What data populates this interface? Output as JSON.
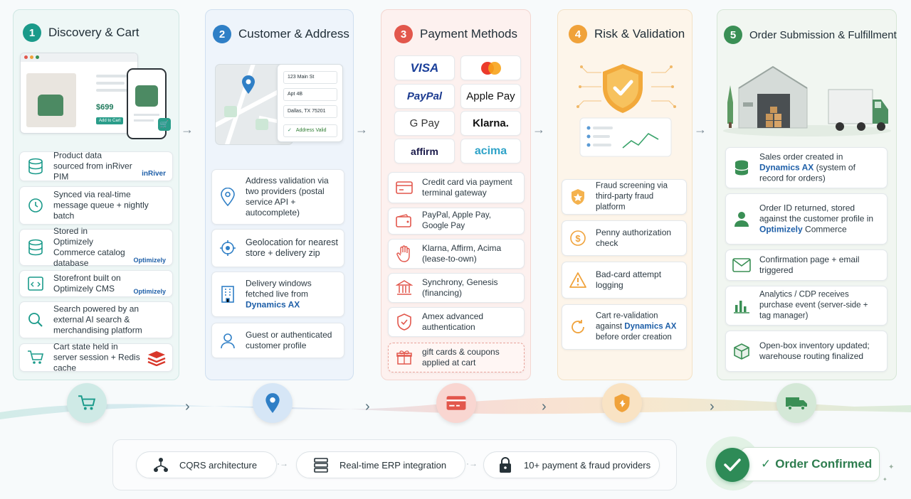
{
  "steps": [
    {
      "num": "1",
      "title": "Discovery & Cart"
    },
    {
      "num": "2",
      "title": "Customer & Address"
    },
    {
      "num": "3",
      "title": "Payment Methods"
    },
    {
      "num": "4",
      "title": "Risk & Validation"
    },
    {
      "num": "5",
      "title": "Order Submission & Fulfillment"
    }
  ],
  "discovery": {
    "price": "$699",
    "add_to_cart": "Add to Cart",
    "cards": [
      {
        "text": "Product data sourced from inRiver PIM",
        "tag": "inRiver",
        "icon": "database-icon"
      },
      {
        "text": "Synced via real-time message queue + nightly batch",
        "icon": "sync-icon"
      },
      {
        "text": "Stored in Optimizely Commerce catalog database",
        "tag": "Optimizely",
        "icon": "database-icon"
      },
      {
        "text": "Storefront built on Optimizely CMS",
        "tag": "Optimizely",
        "icon": "code-window-icon"
      },
      {
        "text": "Search powered by an external AI search & merchandising platform",
        "icon": "search-icon"
      },
      {
        "text": "Cart state held in server session + Redis cache",
        "icon": "cart-icon"
      }
    ]
  },
  "customer": {
    "address_lines": [
      "123 Main St",
      "Apt 4B",
      "Dallas, TX 75201"
    ],
    "address_valid": "Address Valid",
    "cards": [
      {
        "text": "Address validation via two providers (postal service API + autocomplete)",
        "icon": "map-pin-icon"
      },
      {
        "text": "Geolocation for nearest store + delivery zip",
        "icon": "target-icon"
      },
      {
        "text_before": "Delivery windows fetched live from ",
        "hl": "Dynamics AX",
        "icon": "building-icon"
      },
      {
        "text": "Guest or authenticated customer profile",
        "icon": "user-icon"
      }
    ]
  },
  "payments": {
    "logos": [
      "VISA",
      "Mastercard",
      "PayPal",
      "Apple Pay",
      "G Pay",
      "Klarna.",
      "affirm",
      "acima"
    ],
    "cards": [
      {
        "text": "Credit card via payment terminal gateway",
        "icon": "card-terminal-icon"
      },
      {
        "text": "PayPal, Apple Pay, Google Pay",
        "icon": "wallet-icon"
      },
      {
        "text": "Klarna, Affirm, Acima (lease-to-own)",
        "icon": "hand-icon"
      },
      {
        "text": "Synchrony, Genesis (financing)",
        "icon": "bank-icon"
      },
      {
        "text": "Amex advanced authentication",
        "icon": "shield-check-icon"
      },
      {
        "text": "gift cards & coupons applied at cart",
        "icon": "gift-icon"
      }
    ]
  },
  "risk": {
    "cards": [
      {
        "text": "Fraud screening via third-party fraud platform",
        "icon": "shield-icon"
      },
      {
        "text": "Penny authorization check",
        "icon": "dollar-icon"
      },
      {
        "text": "Bad-card attempt logging",
        "icon": "warning-icon"
      },
      {
        "text_before": "Cart re-validation against ",
        "hl": "Dynamics AX",
        "text_after": " before order creation",
        "icon": "refresh-icon"
      }
    ]
  },
  "fulfillment": {
    "cards": [
      {
        "text_before": "Sales order created in ",
        "hl": "Dynamics AX",
        "text_after": " (system of record for orders)",
        "icon": "database-icon"
      },
      {
        "text_before": "Order ID returned, stored against the customer profile in ",
        "hl": "Optimizely",
        "text_after": " Commerce",
        "icon": "user-icon"
      },
      {
        "text": "Confirmation page + email triggered",
        "icon": "mail-icon"
      },
      {
        "text": "Analytics / CDP receives purchase event (server-side + tag manager)",
        "icon": "bar-chart-icon"
      },
      {
        "text": "Open-box inventory updated; warehouse routing finalized",
        "icon": "box-icon"
      }
    ]
  },
  "footer": {
    "pills": [
      "CQRS architecture",
      "Real-time ERP integration",
      "10+ payment & fraud providers"
    ],
    "confirmed": "Order Confirmed"
  },
  "colors": {
    "teal": "#1a9a8a",
    "blue": "#2f7fc6",
    "red": "#e2574c",
    "amber": "#f0a23a",
    "green": "#2e8b57"
  }
}
